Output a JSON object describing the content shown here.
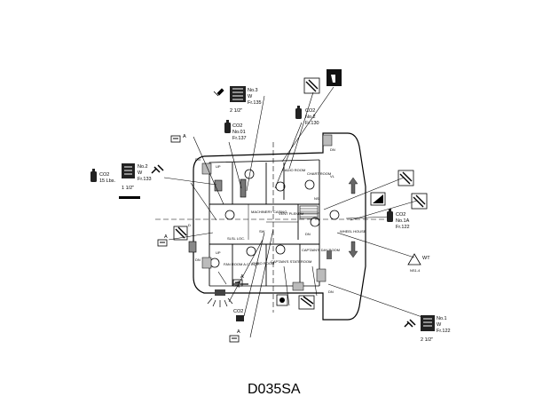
{
  "caption": "D035SA",
  "rooms": {
    "radio_room": "RADIO ROOM",
    "chart_room": "CHART ROOM",
    "machinery_casing": "MACHINERY CASING",
    "vent_plenum": "VENT PLENUM",
    "fan_room": "FAN ROOM A.C. EQ'P.",
    "gyro_room": "GYRO ROOM",
    "captains_stateroom": "CAPTAIN'S STATEROOM",
    "captains_day_room": "CAPTAIN'S DAY ROOM",
    "wheel_house": "WHEEL HOUSE",
    "up1": "UP",
    "up2": "UP",
    "dn1": "DN",
    "dn2": "DN",
    "dn3": "DN",
    "dn4": "DN",
    "ns": "NS",
    "vl": "VL",
    "sw": "SW",
    "dn_mid": "DN",
    "slsl": "SLSL LOC.",
    "d_vent": "D"
  },
  "callouts": {
    "fire_station_top": {
      "line1": "No.3",
      "line2": "W",
      "line3": "Fr.135",
      "size": "2 1/2\""
    },
    "co2_top": {
      "line1": "CO2",
      "line2": "No.2",
      "line3": "Fr.130"
    },
    "co2_upper_left": {
      "line1": "CO2",
      "line2": "No.01",
      "line3": "Fr.137"
    },
    "co2_left": {
      "line1": "CO2",
      "line2": "15 Lbs."
    },
    "fire_station_left": {
      "line1": "No.2",
      "line2": "W",
      "line3": "Fr.133",
      "size": "1 1/2\""
    },
    "co2_right": {
      "line1": "CO2",
      "line2": "No.1A",
      "line3": "Fr.122"
    },
    "wt": "WT",
    "wt_sub": "NS1-4",
    "fire_station_bottom": {
      "line1": "No.1",
      "line2": "W",
      "line3": "Fr.122",
      "size": "2 1/2\""
    },
    "co2_bottom": "CO2",
    "a1": "A",
    "a2": "A",
    "a3": "A",
    "a4": "A"
  },
  "icons": [
    "fire-station-icon",
    "fire-extinguisher-icon",
    "hose-nozzle-icon",
    "hose-reel-icon",
    "fire-alarm-icon",
    "fire-door-icon",
    "manual-call-point-icon",
    "sprinkler-icon",
    "escape-route-arrow-icon",
    "ventilation-damper-icon"
  ]
}
